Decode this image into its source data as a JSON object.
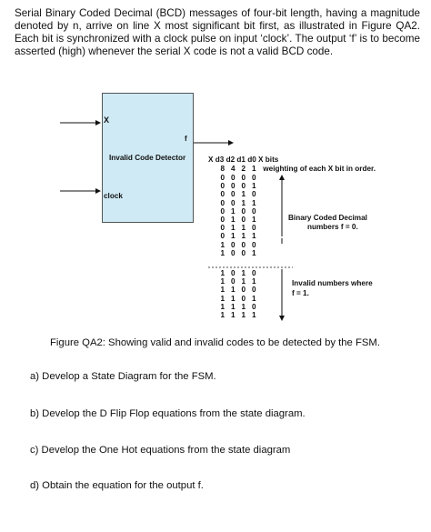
{
  "intro": "Serial Binary Coded Decimal (BCD) messages of four-bit length, having a magnitude denoted by n, arrive on line X most significant bit first, as illustrated in Figure QA2. Each bit is synchronized with a clock pulse on input ‘clock’.  The output ‘f’ is to become asserted (high) whenever the serial X code is not a valid BCD code.",
  "figure": {
    "block_label": "Invalid Code Detector",
    "input_x": "X",
    "input_clock": "clock",
    "output_f": "f",
    "table_header": "X d3 d2 d1 d0  X bits",
    "weights": [
      "8",
      "4",
      "2",
      "1"
    ],
    "weights_note": "weighting of each X bit in order.",
    "valid_rows": [
      [
        "0",
        "0",
        "0",
        "0"
      ],
      [
        "0",
        "0",
        "0",
        "1"
      ],
      [
        "0",
        "0",
        "1",
        "0"
      ],
      [
        "0",
        "0",
        "1",
        "1"
      ],
      [
        "0",
        "1",
        "0",
        "0"
      ],
      [
        "0",
        "1",
        "0",
        "1"
      ],
      [
        "0",
        "1",
        "1",
        "0"
      ],
      [
        "0",
        "1",
        "1",
        "1"
      ],
      [
        "1",
        "0",
        "0",
        "0"
      ],
      [
        "1",
        "0",
        "0",
        "1"
      ]
    ],
    "invalid_rows": [
      [
        "1",
        "0",
        "1",
        "0"
      ],
      [
        "1",
        "0",
        "1",
        "1"
      ],
      [
        "1",
        "1",
        "0",
        "0"
      ],
      [
        "1",
        "1",
        "0",
        "1"
      ],
      [
        "1",
        "1",
        "1",
        "0"
      ],
      [
        "1",
        "1",
        "1",
        "1"
      ]
    ],
    "valid_note_line1": "Binary Coded Decimal",
    "valid_note_line2": "numbers f = 0.",
    "invalid_note_line1": "Invalid numbers where",
    "invalid_note_line2": "f = 1."
  },
  "caption": "Figure QA2: Showing valid and invalid codes to be detected by the FSM.",
  "questions": [
    "a)  Develop a State Diagram for the FSM.",
    "b)  Develop the D Flip Flop equations from the state diagram.",
    "c)  Develop the One Hot equations from the state diagram",
    "d)  Obtain the equation for the output f."
  ]
}
